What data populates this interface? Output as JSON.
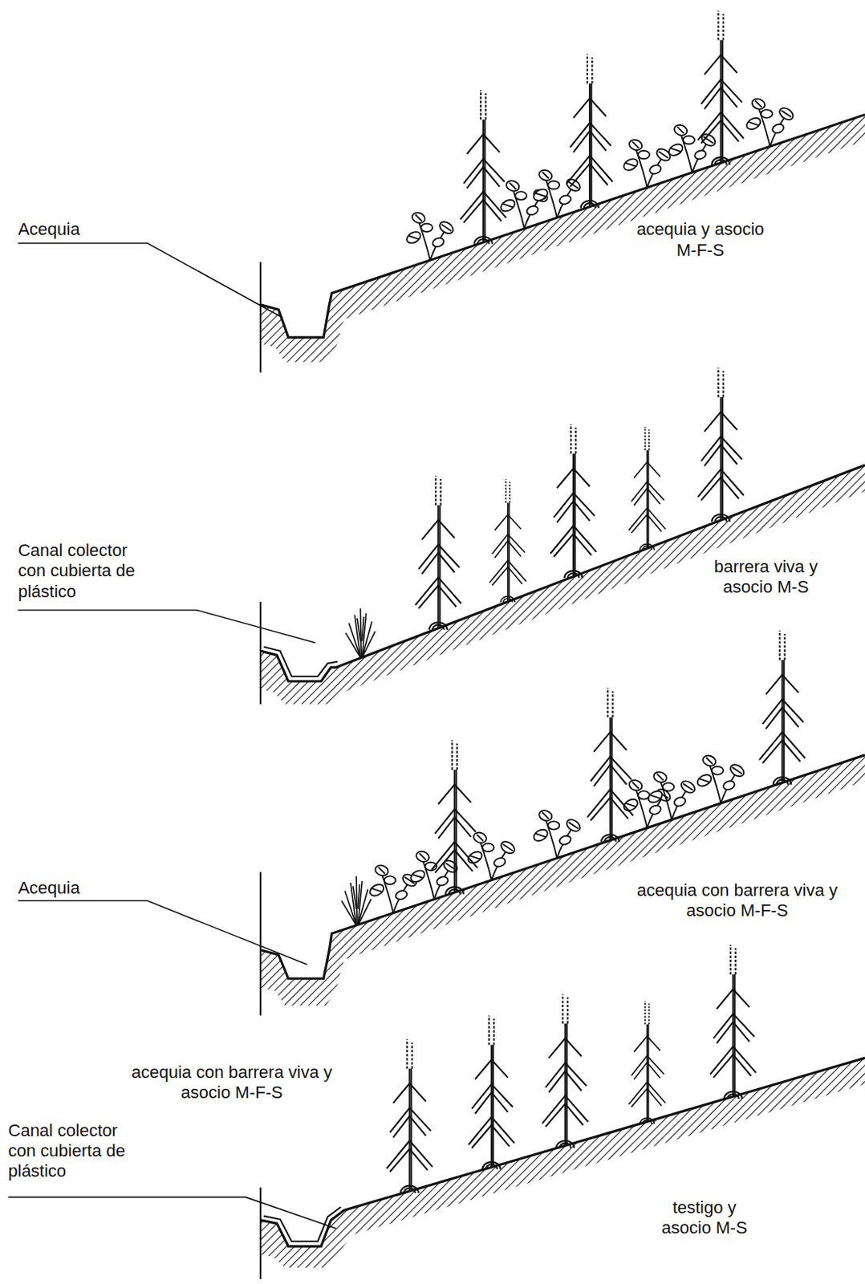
{
  "diagram": {
    "labels": [
      "Acequia",
      "acequia y asocio M-F-S",
      "Canal colector con cubierta de plástico",
      "barrera viva y asocio M-S",
      "Acequia",
      "acequia con barrera viva y asocio M-F-S",
      "acequia con barrera viva y asocio M-F-S",
      "Canal colector con cubierta de plástico",
      "testigo y asocio M-S"
    ]
  }
}
